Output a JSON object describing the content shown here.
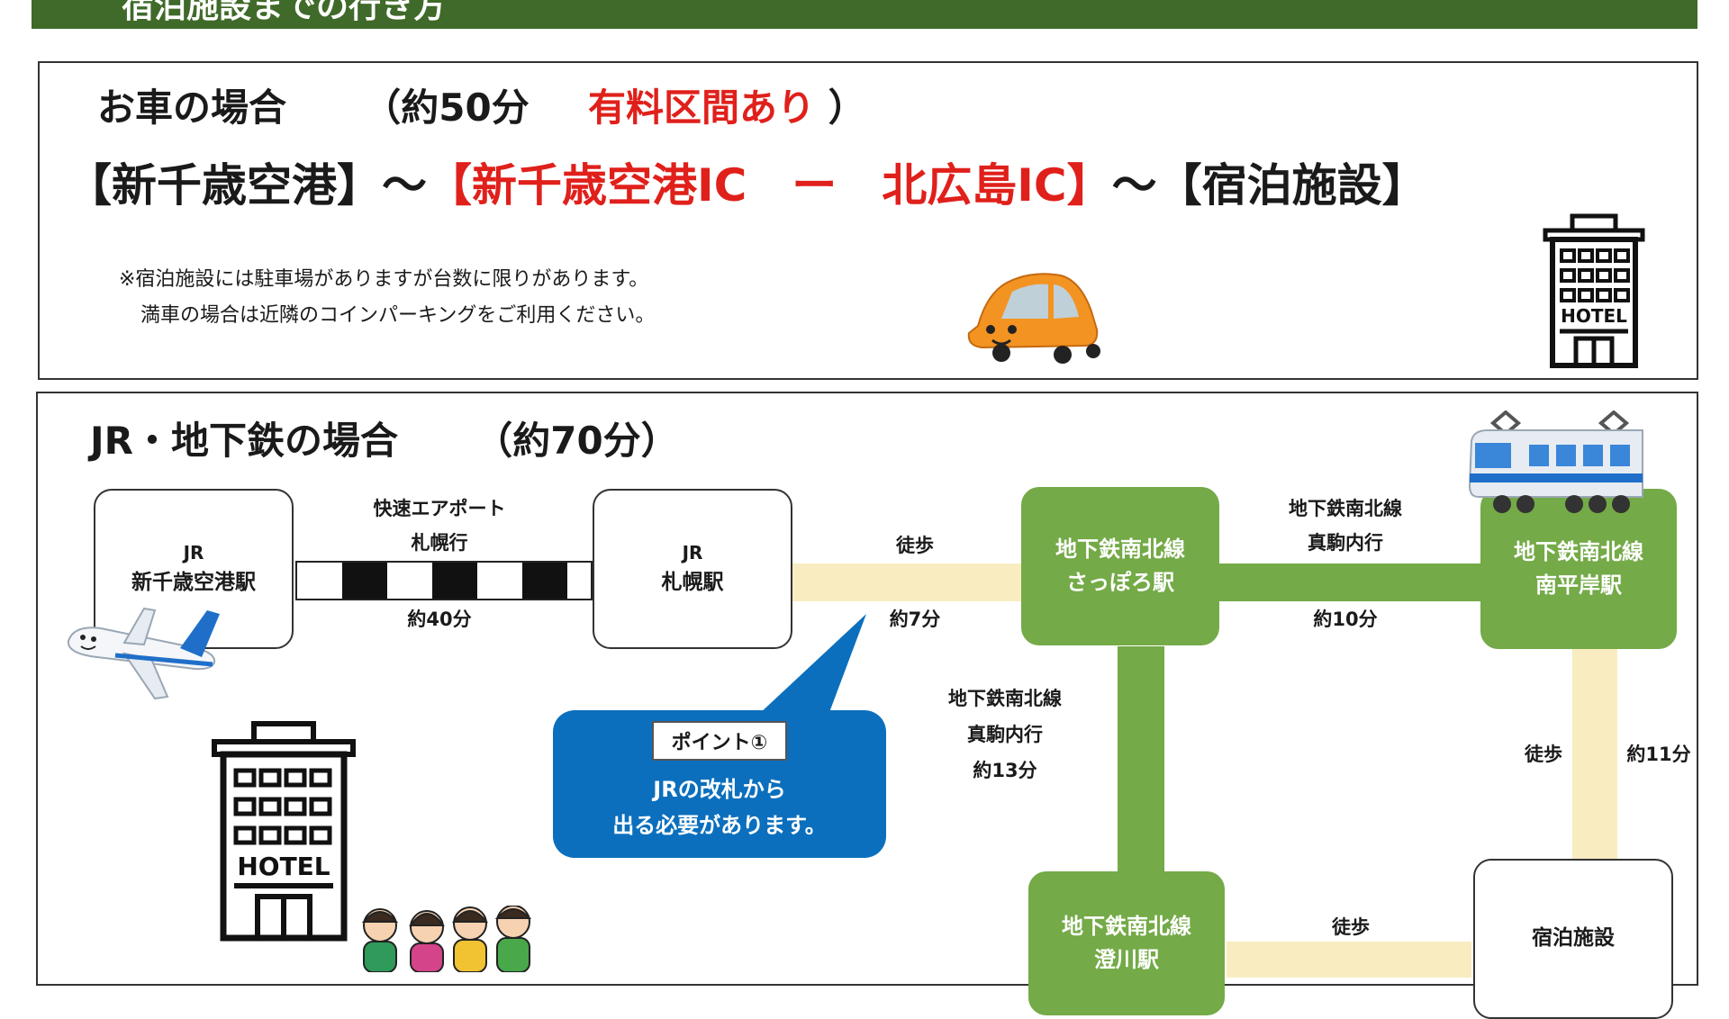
{
  "header": {
    "title": "宿泊施設までの行き方"
  },
  "car": {
    "heading": "お車の場合",
    "duration": "（約50分",
    "toll": "有料区間あり",
    "close_paren": "）",
    "route_start": "【新千歳空港】～",
    "route_toll": "【新千歳空港IC　ー　北広島IC】",
    "route_end": "～【宿泊施設】",
    "note_line1": "※宿泊施設には駐車場がありますが台数に限りがあります。",
    "note_line2": "満車の場合は近隣のコインパーキングをご利用ください。",
    "hotel_sign": "HOTEL"
  },
  "train": {
    "heading": "JR・地下鉄の場合",
    "duration": "（約70分）",
    "hotel_sign": "HOTEL",
    "stations": {
      "new_chitose": {
        "line1": "JR",
        "line2": "新千歳空港駅"
      },
      "sapporo_jr": {
        "line1": "JR",
        "line2": "札幌駅"
      },
      "sapporo_sub": {
        "line1": "地下鉄南北線",
        "line2": "さっぽろ駅"
      },
      "minami_hiragishi": {
        "line1": "地下鉄南北線",
        "line2": "南平岸駅"
      },
      "sumikawa": {
        "line1": "地下鉄南北線",
        "line2": "澄川駅"
      },
      "hotel": {
        "line1": "宿泊施設"
      }
    },
    "segments": {
      "rapid_line1": "快速エアポート",
      "rapid_line2": "札幌行",
      "rapid_time": "約40分",
      "walk1_label": "徒歩",
      "walk1_time": "約7分",
      "sub1_line1": "地下鉄南北線",
      "sub1_line2": "真駒内行",
      "sub1_time": "約10分",
      "sub2_line1": "地下鉄南北線",
      "sub2_line2": "真駒内行",
      "sub2_time": "約13分",
      "walk2_label": "徒歩",
      "walk2_time": "約11分",
      "walk3_label": "徒歩"
    },
    "point": {
      "tag": "ポイント①",
      "line1": "JRの改札から",
      "line2": "出る必要があります。"
    }
  },
  "colors": {
    "header_green": "#3f6a29",
    "subway_green": "#74aa47",
    "walk_beige": "#f8ecc0",
    "point_blue": "#0b6fbd",
    "toll_red": "#e0201b"
  },
  "icons": [
    "car-icon",
    "hotel-icon",
    "train-icon",
    "airplane-icon",
    "people-icon"
  ]
}
